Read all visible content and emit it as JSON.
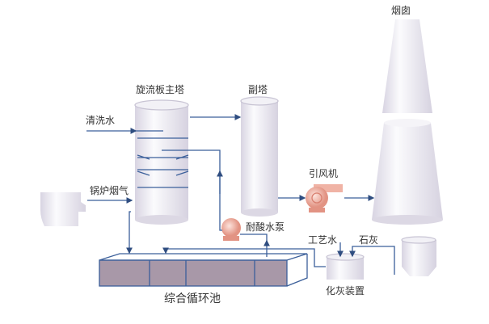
{
  "labels": {
    "main_tower": "旋流板主塔",
    "secondary_tower": "副塔",
    "chimney": "烟囱",
    "wash_water": "清洗水",
    "boiler_flue_gas": "锅炉烟气",
    "induced_fan": "引风机",
    "acid_pump": "耐酸水泵",
    "process_water": "工艺水",
    "lime": "石灰",
    "lime_device": "化灰装置",
    "circulation_pool": "综合循环池"
  },
  "colors": {
    "line": "#3b5f9a",
    "vessel": "#e8e6f0",
    "pump": "#e9a595",
    "water": "#a898a8"
  }
}
